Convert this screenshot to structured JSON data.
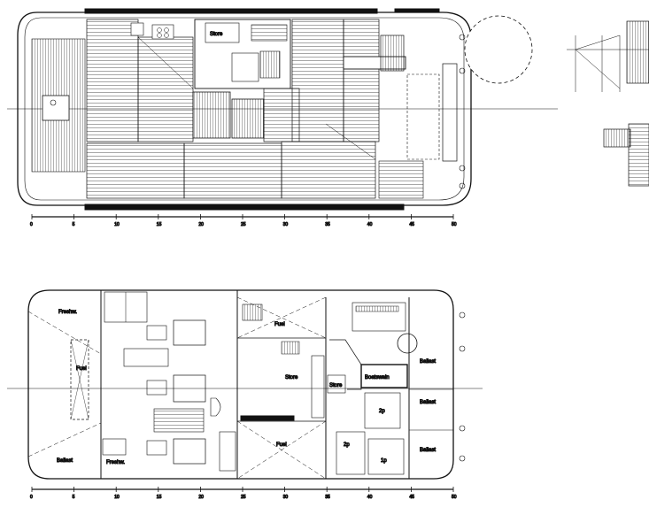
{
  "upper_deck_plan": {
    "label_store": "Store",
    "scale_ticks": [
      "0",
      "5",
      "10",
      "15",
      "20",
      "25",
      "30",
      "35",
      "40",
      "45",
      "50"
    ]
  },
  "lower_deck_plan": {
    "scale_ticks": [
      "0",
      "5",
      "10",
      "15",
      "20",
      "25",
      "30",
      "35",
      "40",
      "45",
      "50"
    ],
    "rooms": {
      "freshwater_fwd": "Freshw.",
      "fuel_main": "Fuel",
      "ballast_fwd": "Ballast",
      "freshwater_aft": "Freshw.",
      "fuel_centre_top": "Fuel",
      "store": "Store",
      "fuel_centre_bottom": "Fuel",
      "small_store": "Store",
      "boatswain": "Boatswain",
      "cabin_2p_upper": "2p",
      "cabin_2p_lower": "2p",
      "cabin_1p": "1p",
      "ballast_aft_1": "Ballast",
      "ballast_aft_2": "Ballast",
      "ballast_aft_3": "Ballast"
    }
  }
}
